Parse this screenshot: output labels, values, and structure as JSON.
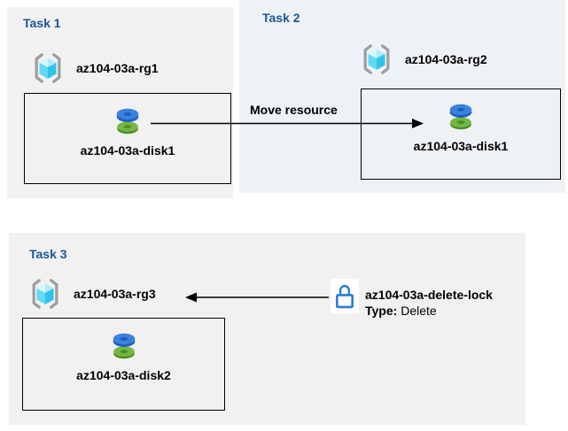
{
  "diagram": {
    "tasks": [
      {
        "title": "Task 1",
        "resource_group": "az104-03a-rg1",
        "disk": "az104-03a-disk1"
      },
      {
        "title": "Task 2",
        "resource_group": "az104-03a-rg2",
        "disk": "az104-03a-disk1"
      },
      {
        "title": "Task 3",
        "resource_group": "az104-03a-rg3",
        "disk": "az104-03a-disk2"
      }
    ],
    "arrows": [
      {
        "name": "move-resource-arrow",
        "label": "Move resource",
        "direction": "right",
        "from": "az104-03a-disk1 (rg1)",
        "to": "az104-03a-rg2 box"
      },
      {
        "name": "delete-lock-arrow",
        "label": "",
        "direction": "left",
        "from": "az104-03a-delete-lock",
        "to": "az104-03a-rg3"
      }
    ],
    "lock": {
      "name": "az104-03a-delete-lock",
      "type_label": "Type:",
      "type_value": " Delete"
    },
    "colors": {
      "panel_gray": "#f1f1f2",
      "panel_blue": "#eff2f5",
      "title_blue": "#1a5796",
      "lock_blue": "#2b7cd3",
      "disk_blue": "#3b82dd",
      "disk_blue_dark": "#1e5fc0",
      "disk_green": "#72b843",
      "disk_green_dark": "#4f8c1e",
      "cube_light": "#d7f7fe",
      "cube_mid": "#63d9f5",
      "cube_dark": "#2fc3ea",
      "bracket_gray": "#9e9e9e",
      "arrow_black": "#000000"
    }
  }
}
